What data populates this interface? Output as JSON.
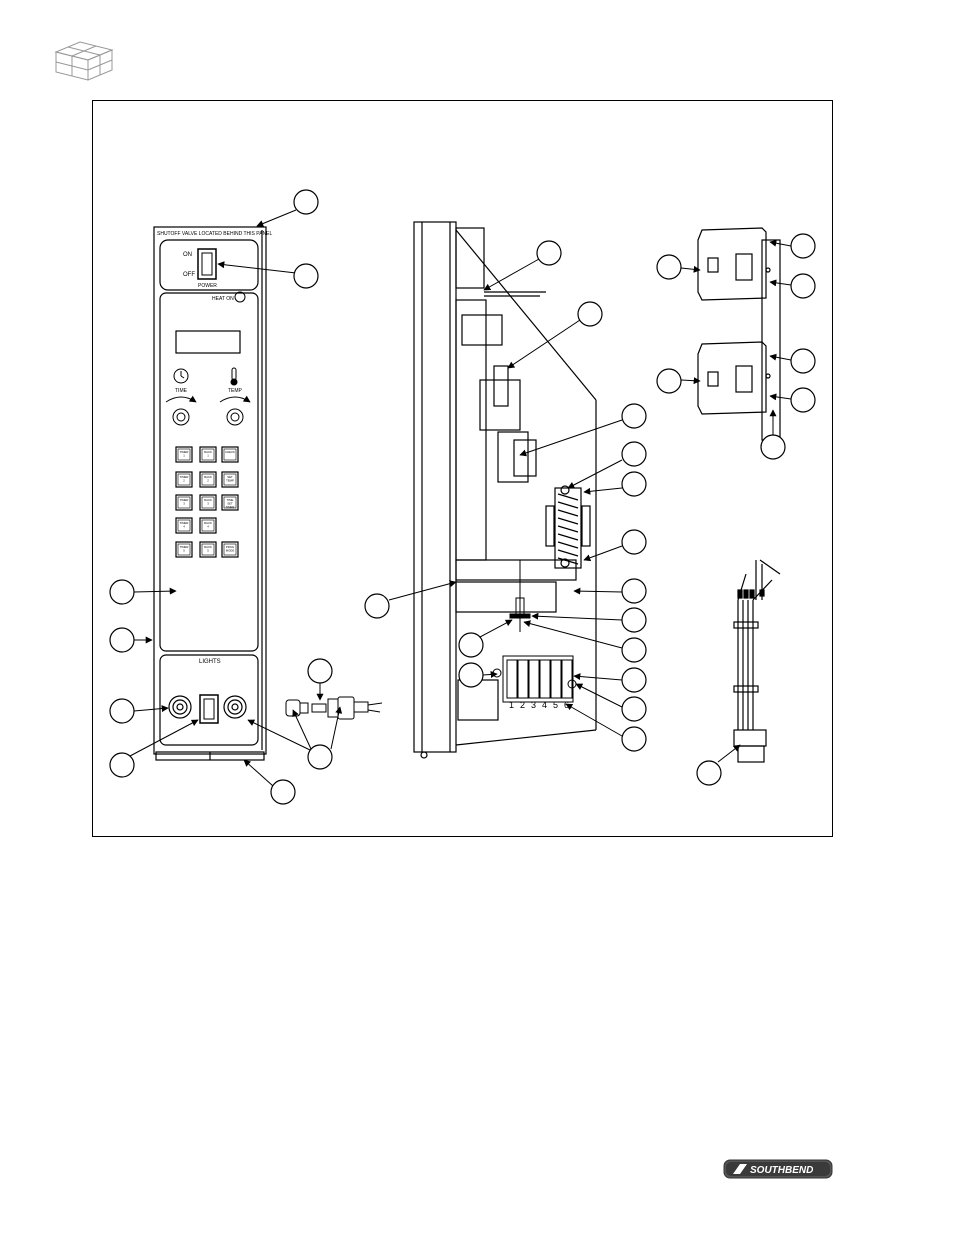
{
  "panel": {
    "shutoff_label": "SHUTOFF VALVE LOCATED BEHIND THIS PANEL",
    "switch_on": "ON",
    "switch_off": "OFF",
    "power_label": "POWER",
    "heat_on_label": "HEAT ON",
    "time_label": "TIME",
    "temp_label": "TEMP",
    "lights_label": "LIGHTS",
    "keys": [
      [
        "TIMER 1",
        "RACK 1",
        "CHECK"
      ],
      [
        "TIMER 2",
        "RACK 2",
        "SET TEMP"
      ],
      [
        "TIMER 3",
        "RACK 3",
        "TIME SET TIMER"
      ],
      [
        "TIMER 4",
        "RACK 4",
        ""
      ],
      [
        "TIMER 5",
        "RACK 5",
        "PROG MODE"
      ]
    ]
  },
  "terminal_numbers": [
    "1",
    "2",
    "3",
    "4",
    "5",
    "6"
  ],
  "brand": "SOUTHBEND",
  "icons": {
    "cube": "packaging-cube-icon",
    "clock": "clock-icon",
    "thermometer": "thermometer-icon"
  }
}
